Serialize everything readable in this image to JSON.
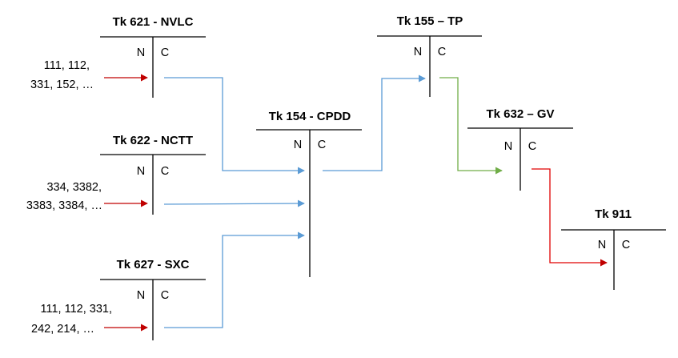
{
  "colors": {
    "debit_credit_line": "#000000",
    "red_arrow": "#c00000",
    "blue_arrow": "#5b9bd5",
    "green_arrow": "#70ad47"
  },
  "accounts": {
    "tk621": {
      "title": "Tk 621 - NVLC",
      "debit": "N",
      "credit": "C"
    },
    "tk622": {
      "title": "Tk 622 - NCTT",
      "debit": "N",
      "credit": "C"
    },
    "tk627": {
      "title": "Tk 627 - SXC",
      "debit": "N",
      "credit": "C"
    },
    "tk154": {
      "title": "Tk 154 - CPDD",
      "debit": "N",
      "credit": "C"
    },
    "tk155": {
      "title": "Tk 155 – TP",
      "debit": "N",
      "credit": "C"
    },
    "tk632": {
      "title": "Tk 632 – GV",
      "debit": "N",
      "credit": "C"
    },
    "tk911": {
      "title": "Tk 911",
      "debit": "N",
      "credit": "C"
    }
  },
  "sources": {
    "src621": {
      "line1": "111, 112,",
      "line2": "331, 152, …"
    },
    "src622": {
      "line1": "334, 3382,",
      "line2": "3383, 3384, …"
    },
    "src627": {
      "line1": "111, 112, 331,",
      "line2": "242, 214, …"
    }
  }
}
